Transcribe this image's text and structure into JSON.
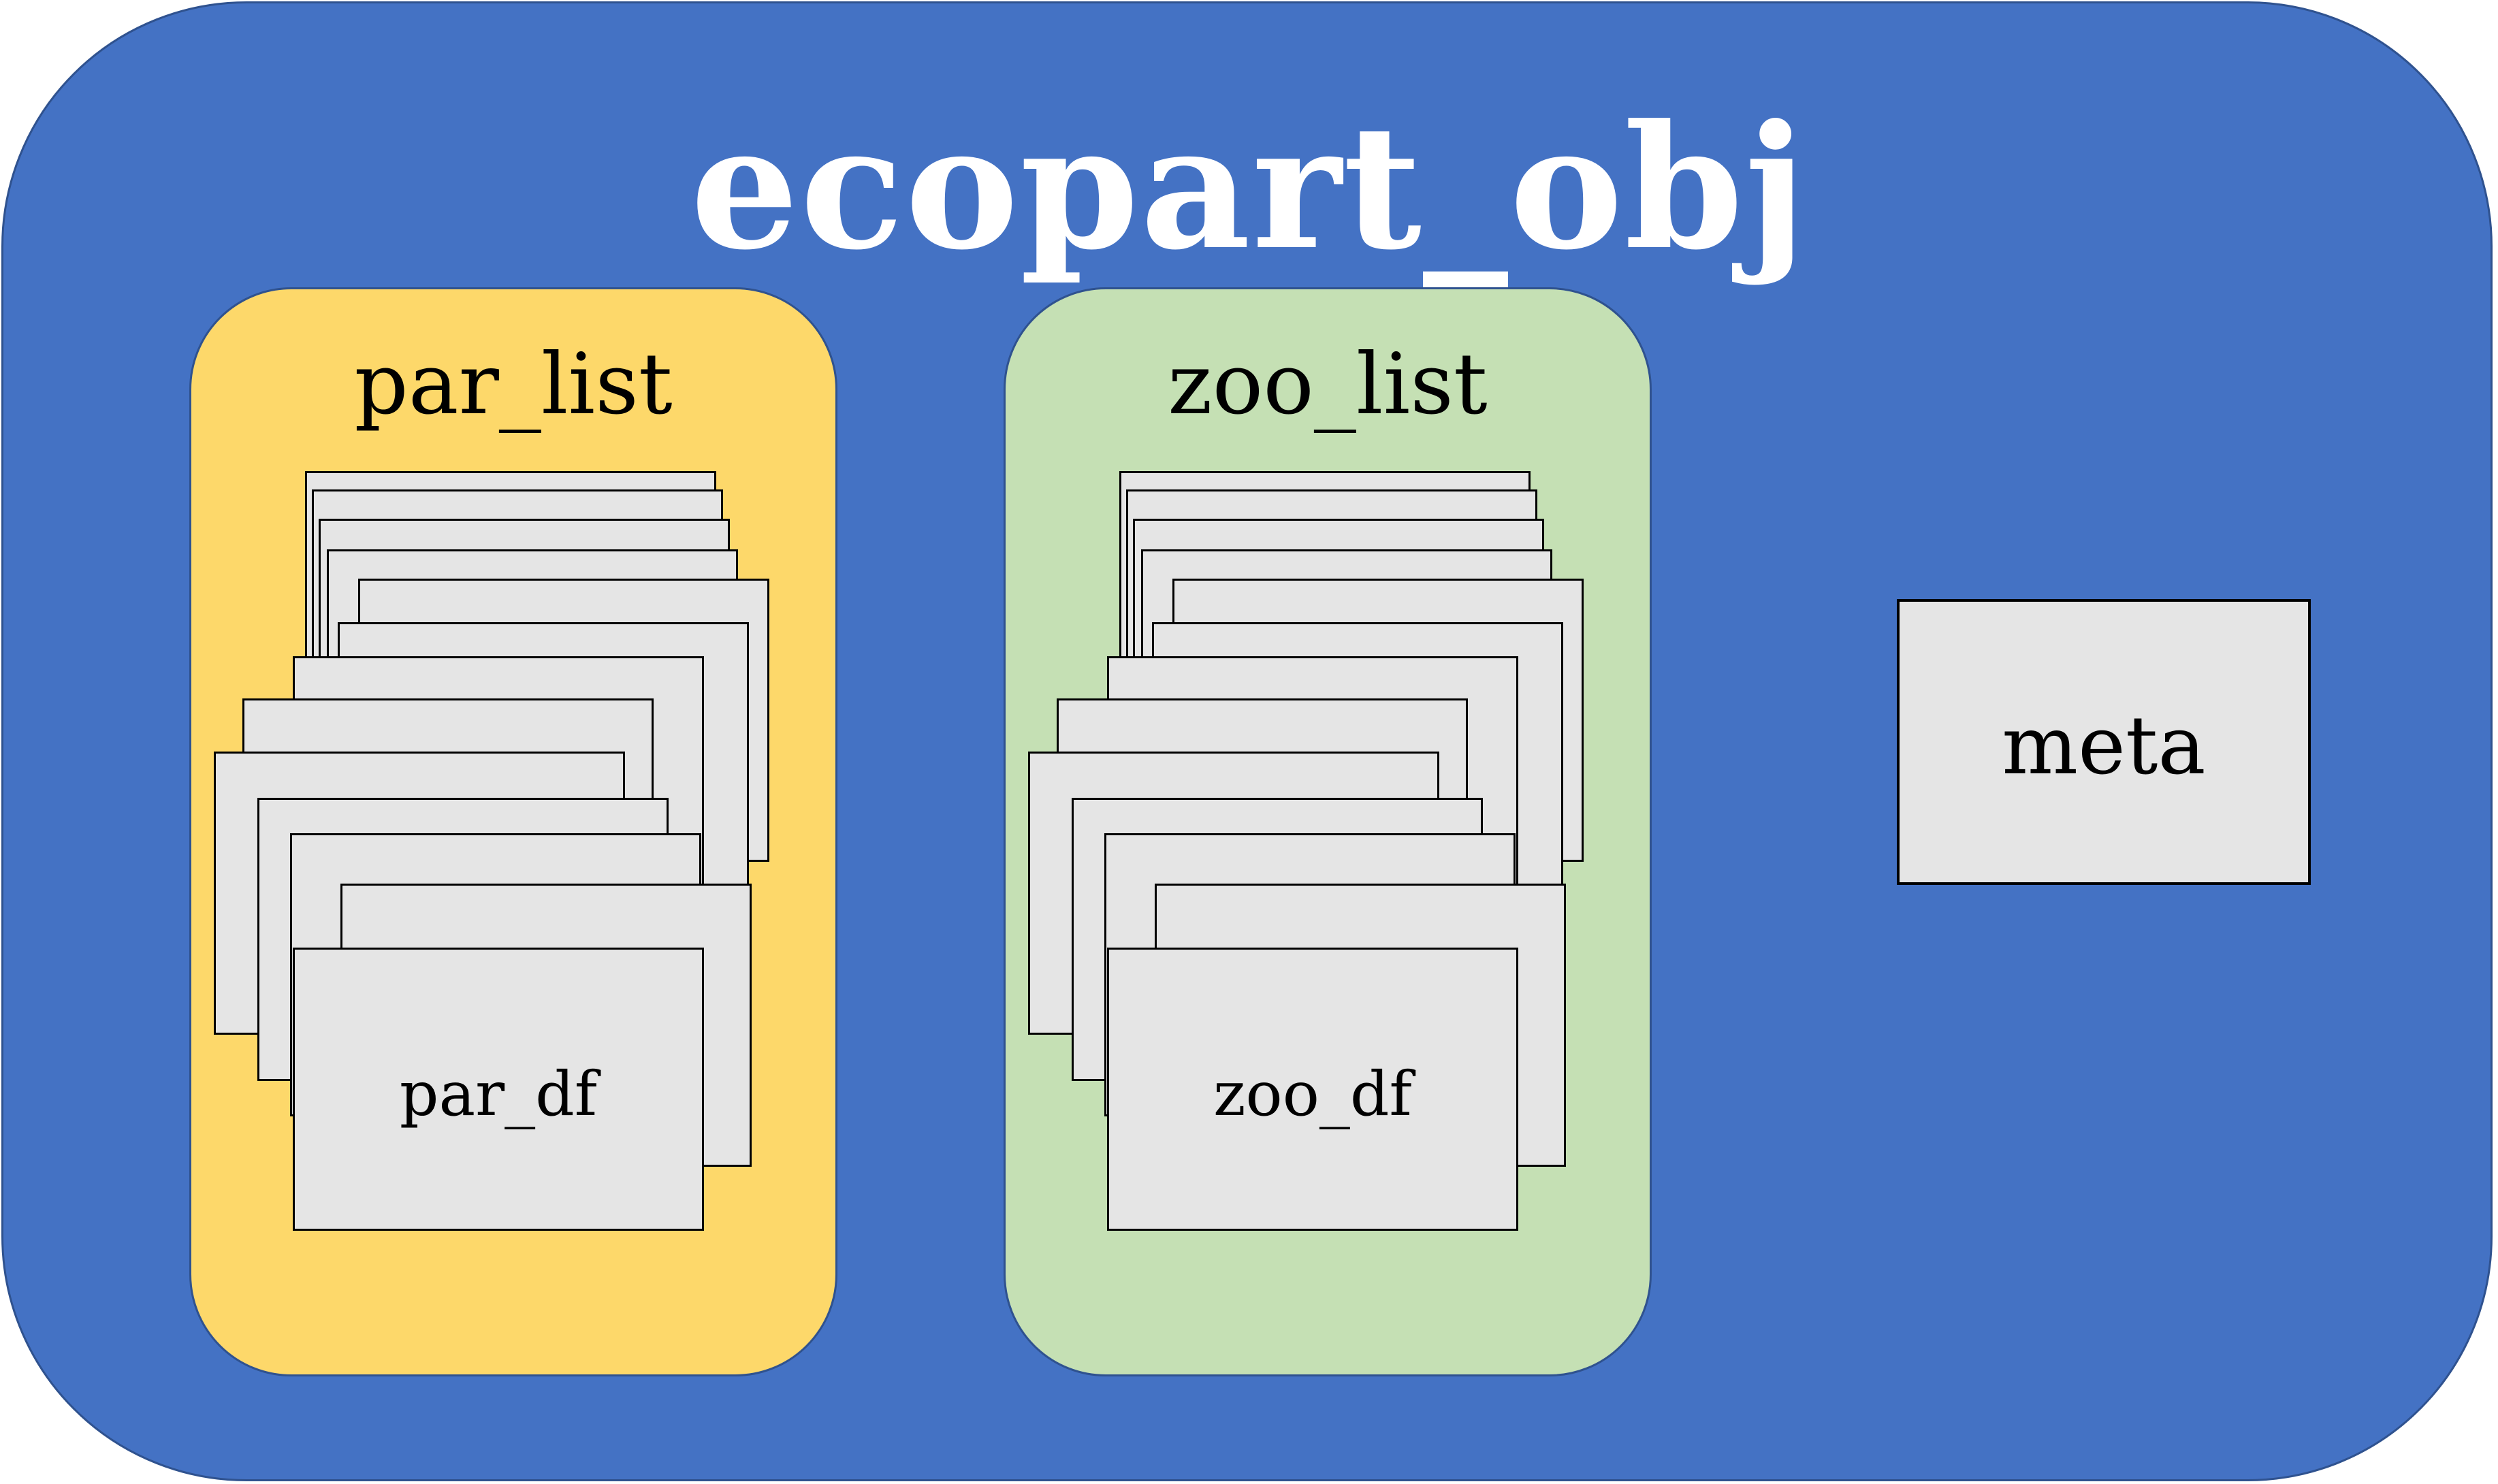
{
  "diagram": {
    "title": "ecopart_obj",
    "groups": [
      {
        "id": "par",
        "label": "par_list",
        "item_label": "par_df"
      },
      {
        "id": "zoo",
        "label": "zoo_list",
        "item_label": "zoo_df"
      }
    ],
    "meta_label": "meta"
  },
  "colors": {
    "outer_fill": "#4472c4",
    "outer_border": "#2f528f",
    "par_fill": "#fdd86a",
    "zoo_fill": "#c5e0b4",
    "sheet_fill": "#e5e5e5",
    "sheet_border": "#000000"
  }
}
